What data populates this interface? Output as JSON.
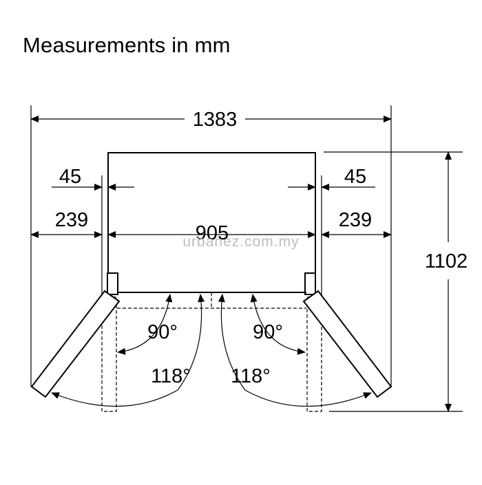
{
  "title": "Measurements in mm",
  "dimensions": {
    "total_width": "1383",
    "left_gap": "45",
    "right_gap": "45",
    "left_clearance": "239",
    "right_clearance": "239",
    "body_width": "905",
    "total_depth": "1102"
  },
  "angles": {
    "left_90": "90°",
    "right_90": "90°",
    "left_118": "118°",
    "right_118": "118°"
  },
  "watermark": "urbanez.com.my",
  "colors": {
    "line": "#000000",
    "watermark": "#bdbdbd",
    "background": "#ffffff"
  }
}
